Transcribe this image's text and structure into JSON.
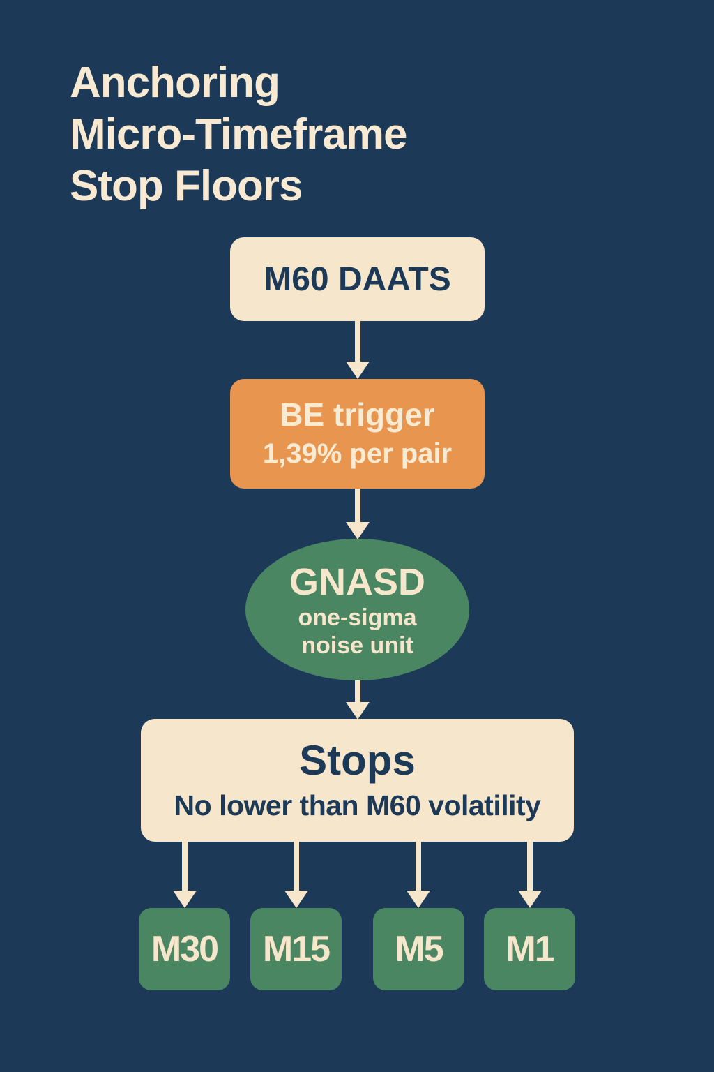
{
  "title": {
    "lines": [
      "Anchoring",
      "Micro-Timeframe",
      "Stop Floors"
    ]
  },
  "nodes": {
    "m60": "M60 DAATS",
    "be_trigger": {
      "title": "BE trigger",
      "subtitle": "1,39% per pair"
    },
    "gnasd": {
      "title": "GNASD",
      "line1": "one-sigma",
      "line2": "noise unit"
    },
    "stops": {
      "title": "Stops",
      "subtitle": "No lower than M60 volatility"
    },
    "timeframes": [
      "M30",
      "M15",
      "M5",
      "M1"
    ]
  },
  "colors": {
    "background": "#1c3a57",
    "cream": "#f6e6cc",
    "orange": "#e8964f",
    "green": "#4a8662"
  }
}
